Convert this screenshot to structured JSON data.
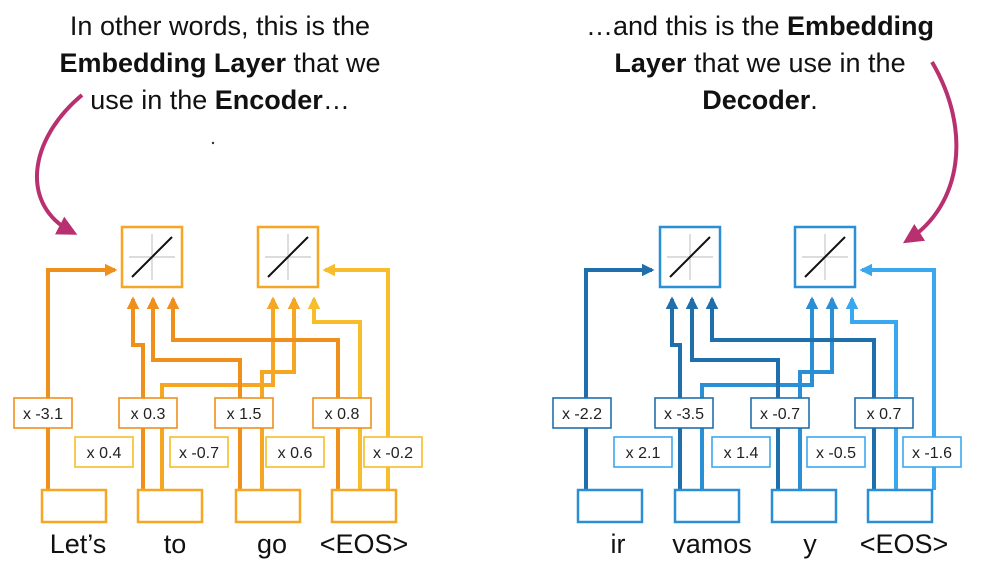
{
  "colors": {
    "arrow_magenta": "#b8306f",
    "encoder_wire_1": "#f0901c",
    "encoder_wire_2": "#f5a623",
    "encoder_wire_3": "#f7bd2a",
    "decoder_wire_1": "#1f6fad",
    "decoder_wire_2": "#2b8fd6",
    "decoder_wire_3": "#3aa8ef"
  },
  "captions": {
    "left": {
      "line1": "In other words, this is the",
      "line2_bold": "Embedding Layer",
      "line2_rest": " that we",
      "line3_pre": "use in the ",
      "line3_bold": "Encoder",
      "line3_post": "…"
    },
    "right": {
      "line1_pre": "…and this is the ",
      "line1_bold": "Embedding",
      "line2_bold": "Layer",
      "line2_rest": " that we use in the",
      "line3_bold": "Decoder",
      "line3_post": "."
    }
  },
  "encoder": {
    "tokens": [
      "Let’s",
      "to",
      "go",
      "<EOS>"
    ],
    "weights_row1": [
      "x -3.1",
      "x 0.3",
      "x 1.5",
      "x 0.8"
    ],
    "weights_row2": [
      "x 0.4",
      "x -0.7",
      "x 0.6",
      "x -0.2"
    ]
  },
  "decoder": {
    "tokens": [
      "ir",
      "vamos",
      "y",
      "<EOS>"
    ],
    "weights_row1": [
      "x -2.2",
      "x -3.5",
      "x -0.7",
      "x 0.7"
    ],
    "weights_row2": [
      "x 2.1",
      "x 1.4",
      "x -0.5",
      "x -1.6"
    ]
  }
}
